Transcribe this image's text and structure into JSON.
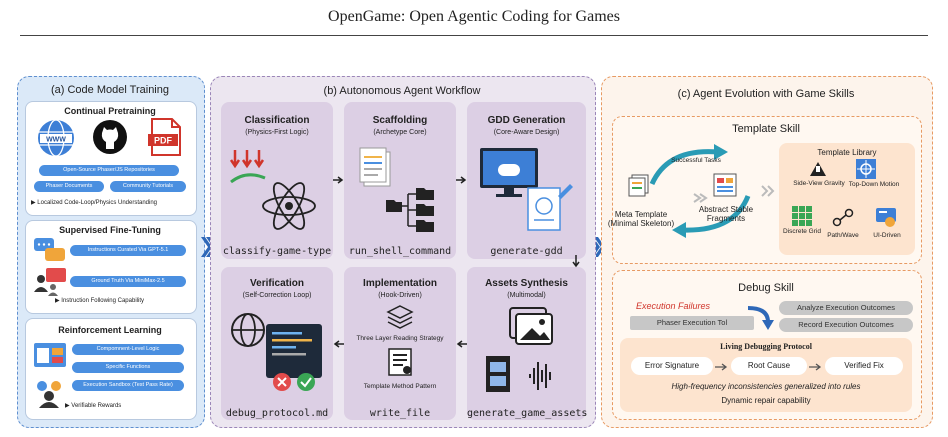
{
  "page_title": "OpenGame: Open Agentic Coding for Games",
  "panel_a": {
    "title": "(a) Code Model Training",
    "pretrain": {
      "title": "Continual Pretraining",
      "pdf_label": "PDF",
      "www_label": "WWW",
      "pill1": "Open-Source Phaser/JS Repositories",
      "pill2": "Phaser Documents",
      "pill3": "Community Tutorials",
      "note": "Localized Code-Loop/Physics Understanding"
    },
    "sft": {
      "title": "Supervised Fine-Tuning",
      "pill1": "Instructions Curated Via GPT-5.1",
      "pill2": "Ground Truth Via MiniMax-2.5",
      "note": "Instruction Following Capability"
    },
    "rl": {
      "title": "Reinforcement Learning",
      "pill1": "Compomnent-Level Logic",
      "pill2": "Specific Functions",
      "pill3": "Execution Sandbox (Test Pass Rate)",
      "note": "Verifiable Rewards"
    }
  },
  "panel_b": {
    "title": "(b) Autonomous Agent Workflow",
    "steps": [
      {
        "title": "Classification",
        "sub": "(Physics-First Logic)",
        "cmd": "classify-game-type"
      },
      {
        "title": "Scaffolding",
        "sub": "(Archetype Core)",
        "cmd": "run_shell_command"
      },
      {
        "title": "GDD Generation",
        "sub": "(Core-Aware Design)",
        "cmd": "generate-gdd"
      },
      {
        "title": "Assets Synthesis",
        "sub": "(Multimodal)",
        "cmd": "generate_game_assets"
      },
      {
        "title": "Implementation",
        "sub": "(Hook-Driven)",
        "cmd": "write_file",
        "line1": "Three Layer Reading Strategy",
        "line2": "Template Method Pattern"
      },
      {
        "title": "Verification",
        "sub": "(Self-Correction Loop)",
        "cmd": "debug_protocol.md"
      }
    ]
  },
  "panel_c": {
    "title": "(c) Agent Evolution with Game Skills",
    "template_skill": {
      "title": "Template Skill",
      "successful_tasks": "Successful Tasks",
      "meta_template": "Meta Template",
      "meta_template_sub": "(Minimal Skeleton)",
      "abstract": "Abstract Stable",
      "abstract2": "Fragments",
      "library_title": "Template Library",
      "lib_items": [
        "Side-View Gravity",
        "Top-Down Motion",
        "Discrete Grid",
        "Path/Wave",
        "UI-Driven"
      ]
    },
    "debug_skill": {
      "title": "Debug Skill",
      "failures": "Execution Failures",
      "tool": "Phaser Execution Tol",
      "analyze": "Analyze Execution Outcomes",
      "record": "Record Execution Outcomes",
      "protocol_title": "Living Debugging Protocol",
      "flow": [
        "Error Signature",
        "Root Cause",
        "Verified Fix"
      ],
      "rule": "High-frequency inconsistencies generalized into rules",
      "capability": "Dynamic repair capability"
    }
  },
  "colors": {
    "blue": "#4a8fe0",
    "purple": "#9b86b8",
    "orange": "#e79a63",
    "red": "#d0352b",
    "teal": "#2a9bb5"
  }
}
